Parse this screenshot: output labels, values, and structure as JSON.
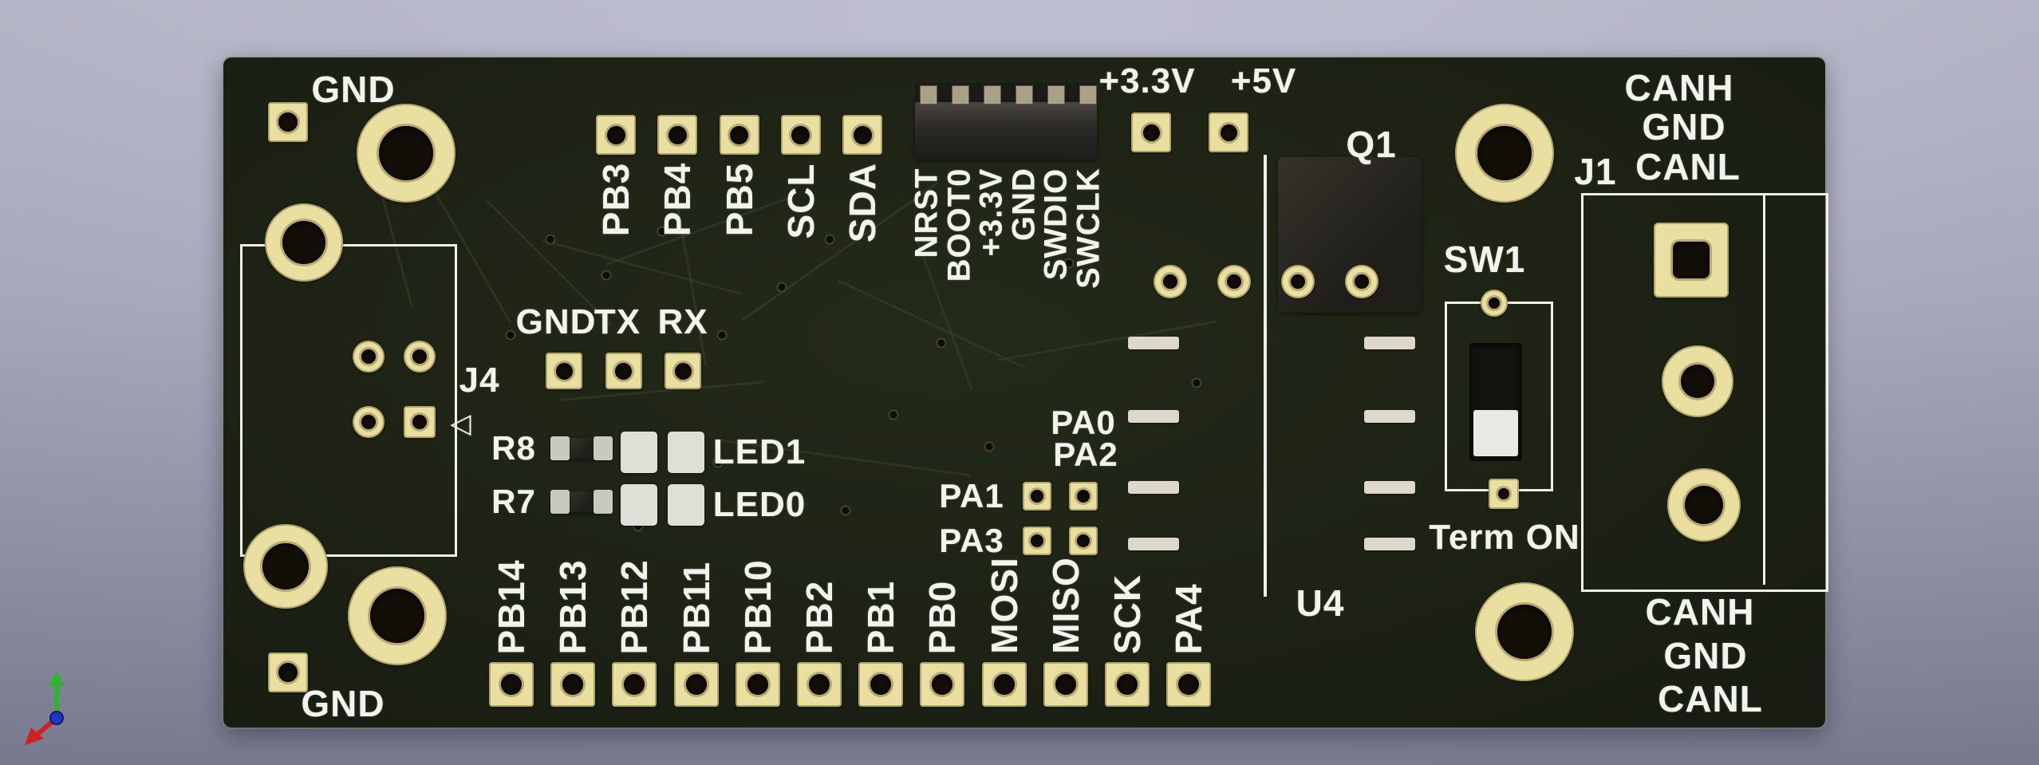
{
  "viewer": {
    "background_top": "#babbce",
    "background_bottom": "#888aa2",
    "board_color": "#1d2215",
    "pad_color": "#e8dfa0",
    "silk_color": "#f3f3ee"
  },
  "silk": {
    "gnd_top": "GND",
    "gnd_bottom": "GND",
    "power": [
      "+3.3V",
      "+5V"
    ],
    "uart_labels": [
      "GND",
      "TX",
      "RX"
    ],
    "top_pins": [
      "PB3",
      "PB4",
      "PB5",
      "SCL",
      "SDA"
    ],
    "swd_pins": [
      "NRST",
      "BOOT0",
      "+3.3V",
      "GND",
      "SWDIO",
      "SWCLK"
    ],
    "bottom_pins": [
      "PB14",
      "PB13",
      "PB12",
      "PB11",
      "PB10",
      "PB2",
      "PB1",
      "PB0",
      "MOSI",
      "MISO",
      "SCK",
      "PA4"
    ],
    "mcu_pins": {
      "pa0": "PA0",
      "pa2": "PA2",
      "pa1": "PA1",
      "pa3": "PA3"
    },
    "refs": {
      "j4": "J4",
      "q1": "Q1",
      "sw1": "SW1",
      "j1": "J1",
      "u4": "U4",
      "r8": "R8",
      "r7": "R7",
      "led1": "LED1",
      "led0": "LED0"
    },
    "term_label": "Term ON",
    "can_top": [
      "CANH",
      "GND",
      "CANL"
    ],
    "can_bottom": [
      "CANH",
      "GND",
      "CANL"
    ]
  },
  "icons": {
    "j4_arrow": "◁"
  }
}
